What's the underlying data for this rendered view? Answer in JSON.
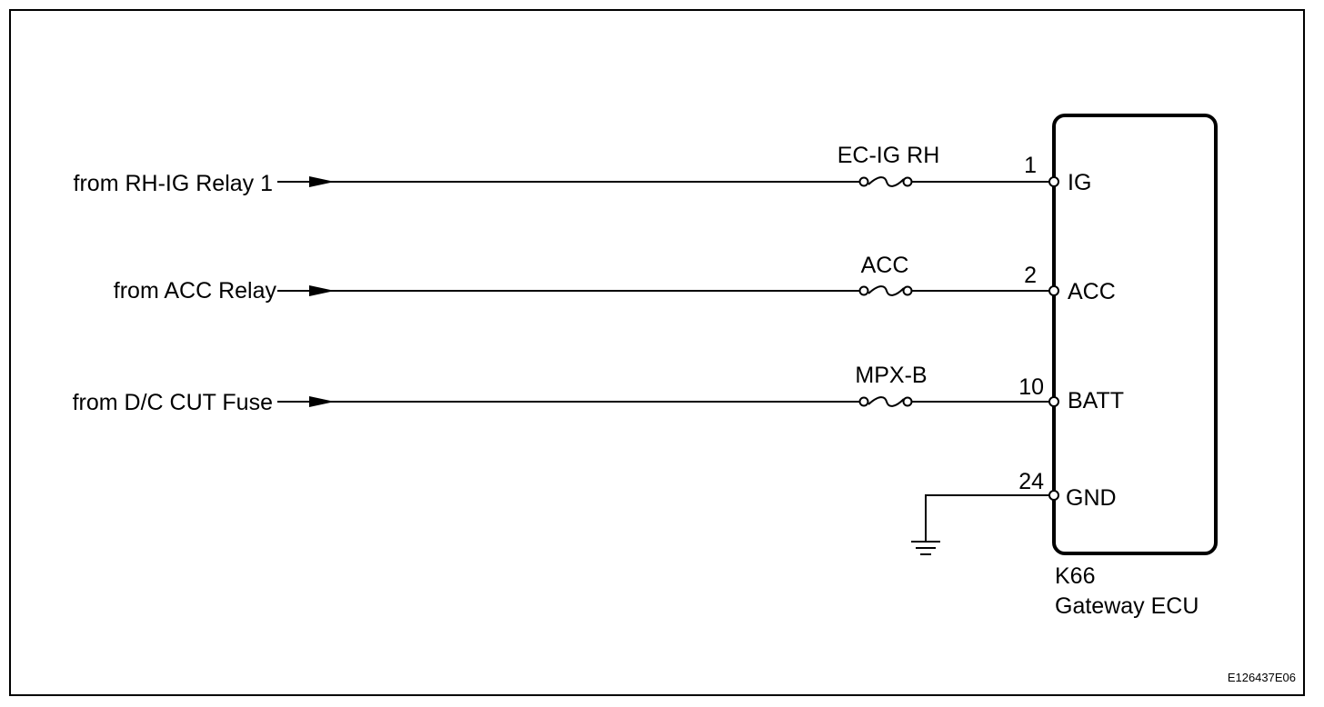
{
  "circuits": [
    {
      "source": "from RH-IG Relay 1",
      "fuse": "EC-IG RH",
      "pin": "1",
      "terminal": "IG"
    },
    {
      "source": "from ACC Relay",
      "fuse": "ACC",
      "pin": "2",
      "terminal": "ACC"
    },
    {
      "source": "from D/C CUT Fuse",
      "fuse": "MPX-B",
      "pin": "10",
      "terminal": "BATT"
    }
  ],
  "ground": {
    "pin": "24",
    "terminal": "GND"
  },
  "ecu": {
    "connector": "K66",
    "name": "Gateway ECU"
  },
  "figure_code": "E126437E06"
}
